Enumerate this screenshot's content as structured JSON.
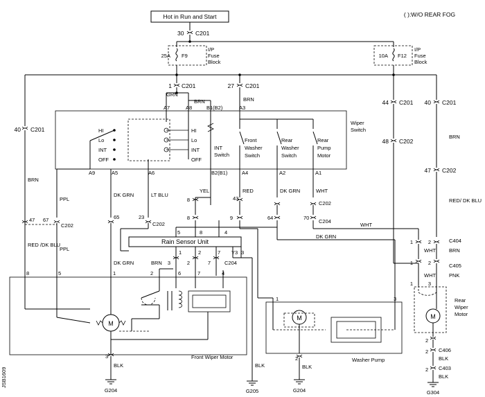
{
  "header": {
    "source_label": "Hot in Run and Start",
    "legend": "( ):W/O REAR FOG",
    "figure_id": "JSB1609"
  },
  "fuses": {
    "f9": {
      "rating": "25A",
      "name": "F9",
      "block": [
        "I/P",
        "Fuse",
        "Block"
      ]
    },
    "f12": {
      "rating": "10A",
      "name": "F12",
      "block": [
        "I/P",
        "Fuse",
        "Block"
      ]
    }
  },
  "connectors": {
    "c201_30": [
      "30",
      "C201"
    ],
    "c201_1": [
      "1",
      "C201"
    ],
    "c201_27": [
      "27",
      "C201"
    ],
    "c201_44": [
      "44",
      "C201"
    ],
    "c201_40r": [
      "40",
      "C201"
    ],
    "c201_40l": [
      "40",
      "C201"
    ],
    "c202_48": [
      "48",
      "C202"
    ],
    "c202_47r": [
      "47",
      "C202"
    ],
    "c202_47l": "47",
    "c202_67": [
      "67",
      "C202"
    ],
    "c202_23": [
      "23",
      "C202"
    ],
    "c202_8": "8",
    "c202_43": "43",
    "c202_mid": "C202",
    "c204_9": "9",
    "c204_64": "64",
    "c204_70": [
      "70",
      "C204"
    ],
    "c204_bottom": "C204",
    "c404": "C404",
    "c405": "C405",
    "c406": "C406",
    "c403": "C403",
    "c65": "65"
  },
  "wire_colors": {
    "grn": "GRN",
    "brn_top": "BRN",
    "brn_27": "BRN",
    "brn_left": "BRN",
    "brn_right": "BRN",
    "ppl": "PPL",
    "ppl2": "PPL",
    "dk_grn": "DK GRN",
    "dk_grn2": "DK GRN",
    "lt_blu": "LT BLU",
    "yel": "YEL",
    "red": "RED",
    "dk_grn3": "DK GRN",
    "wht": "WHT",
    "wht2": "WHT",
    "dk_grn4": "DK GRN",
    "red_dk_blu_left": "RED /DK BLU",
    "red_dk_blu_right": "RED/ DK BLU",
    "wht_c404": "WHT",
    "brn_c404": "BRN",
    "wht_c405": "WHT",
    "pnk": "PNK",
    "blk_g204": "BLK",
    "blk_g205": "BLK",
    "blk_washer": "BLK",
    "blk_c406": "BLK",
    "blk_c403": "BLK",
    "brn_rsu": "BRN"
  },
  "wiper_switch": {
    "title": [
      "Wiper",
      "Switch"
    ],
    "pins_top": [
      "A7",
      "A8",
      "B1(B2)",
      "A3"
    ],
    "pins_bottom": [
      "A9",
      "A5",
      "A6",
      "B2(B1)",
      "A4",
      "A2",
      "A1"
    ],
    "positions": [
      "HI",
      "Lo",
      "INT",
      "OFF"
    ],
    "positions_right": [
      "HI",
      "Lo",
      "INT",
      "OFF"
    ],
    "int_switch": [
      "INT",
      "Switch"
    ],
    "front_washer": [
      "Front",
      "Washer",
      "Switch"
    ],
    "rear_washer": [
      "Rear",
      "Washer",
      "Switch"
    ],
    "rear_pump": [
      "Rear",
      "Pump",
      "Motor"
    ]
  },
  "rain_sensor": {
    "label": "Rain Sensor Unit",
    "pins_top": [
      "5",
      "8",
      "4"
    ],
    "pins_bottom": [
      "1",
      "2",
      "7",
      "Y3",
      "3"
    ]
  },
  "front_wiper_motor": {
    "label": "Front Wiper Motor",
    "pins": [
      "8",
      "5",
      "1",
      "2",
      "6",
      "7",
      "4"
    ],
    "pin_bottom": "3"
  },
  "washer_pump": {
    "label": "Washer Pump",
    "pins": [
      "1",
      "3"
    ],
    "pin_bottom": "2"
  },
  "rear_wiper_motor": {
    "label": [
      "Rear",
      "Wiper",
      "Motor"
    ],
    "pins": [
      "1",
      "3"
    ],
    "pin_bottom": "2"
  },
  "c404_pins": [
    "1",
    "2"
  ],
  "c405_pins": [
    "1",
    "2"
  ],
  "c406_pin": "2",
  "c403_pin": "2",
  "c204_pins_rsu": [
    "3",
    "2",
    "7"
  ],
  "grounds": {
    "g204_left": "G204",
    "g205": "G205",
    "g204_right": "G204",
    "g304": "G304"
  },
  "motor_symbol": "M"
}
